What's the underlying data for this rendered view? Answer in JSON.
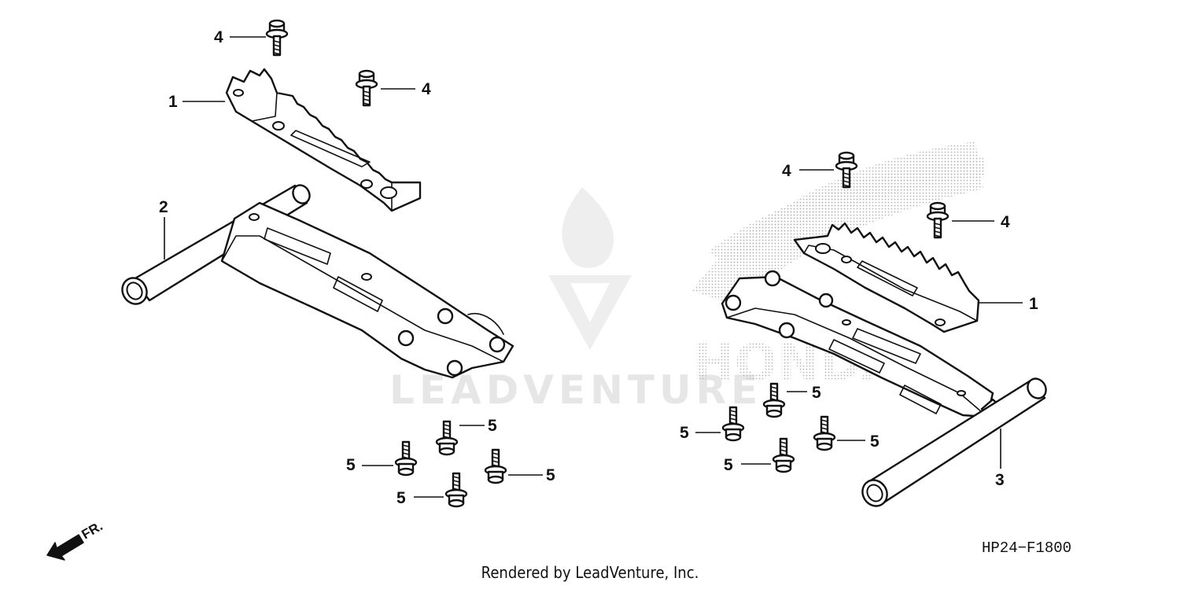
{
  "watermark": {
    "brand_text": "LEADVENTURE",
    "honda_text": "HONDA"
  },
  "callouts": {
    "left_bolt_top": "4",
    "left_bolt_mid": "4",
    "left_step": "1",
    "left_bar": "2",
    "left_screw_a": "5",
    "left_screw_b": "5",
    "left_screw_c": "5",
    "left_screw_d": "5",
    "right_bolt_top": "4",
    "right_bolt_mid": "4",
    "right_step": "1",
    "right_bar": "3",
    "right_screw_a": "5",
    "right_screw_b": "5",
    "right_screw_c": "5",
    "right_screw_d": "5"
  },
  "front_indicator": "FR.",
  "diagram_code": "HP24−F1800",
  "render_credit": "Rendered by LeadVenture, Inc."
}
